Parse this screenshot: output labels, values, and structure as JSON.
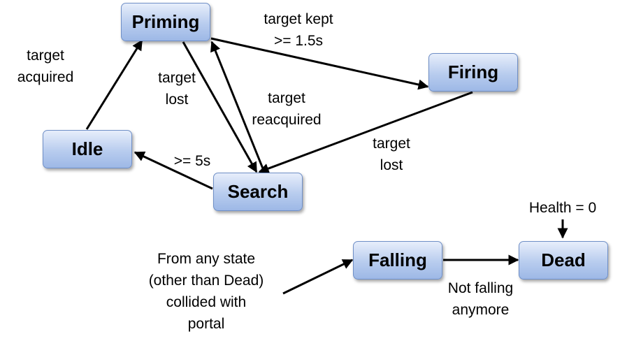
{
  "states": {
    "priming": "Priming",
    "firing": "Firing",
    "idle": "Idle",
    "search": "Search",
    "falling": "Falling",
    "dead": "Dead"
  },
  "transitions": {
    "idle_to_priming": [
      "target",
      "acquired"
    ],
    "priming_to_firing": [
      "target kept",
      ">= 1.5s"
    ],
    "priming_to_search": [
      "target",
      "lost"
    ],
    "search_to_priming": [
      "target",
      "reacquired"
    ],
    "firing_to_search": [
      "target",
      "lost"
    ],
    "search_to_idle": ">= 5s",
    "any_to_falling": [
      "From any state",
      "(other than Dead)",
      "collided with",
      "portal"
    ],
    "falling_to_dead": [
      "Not falling",
      "anymore"
    ],
    "health_to_dead": "Health = 0"
  }
}
